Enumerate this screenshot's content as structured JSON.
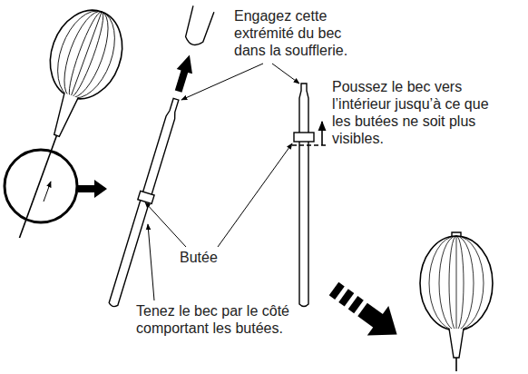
{
  "diagram": {
    "labels": [
      "Engagez cette extrémité du bec dans la soufflerie.",
      "Poussez le bec vers l’intérieur jusqu’à ce que les butées ne soit plus visibles.",
      "Butée",
      "Tenez le bec par le côté comportant les butées."
    ]
  }
}
